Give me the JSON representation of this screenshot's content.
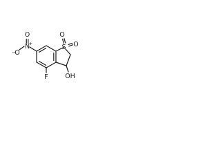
{
  "molecule": {
    "atoms": {
      "nitro_o_minus": "O",
      "nitro_minus_charge": "−",
      "nitro_n": "N",
      "nitro_plus_charge": "+",
      "nitro_o_double": "O",
      "sulfur": "S",
      "sulfonyl_o_left": "O",
      "sulfonyl_o_right": "O",
      "fluorine": "F",
      "hydroxyl": "OH"
    }
  }
}
